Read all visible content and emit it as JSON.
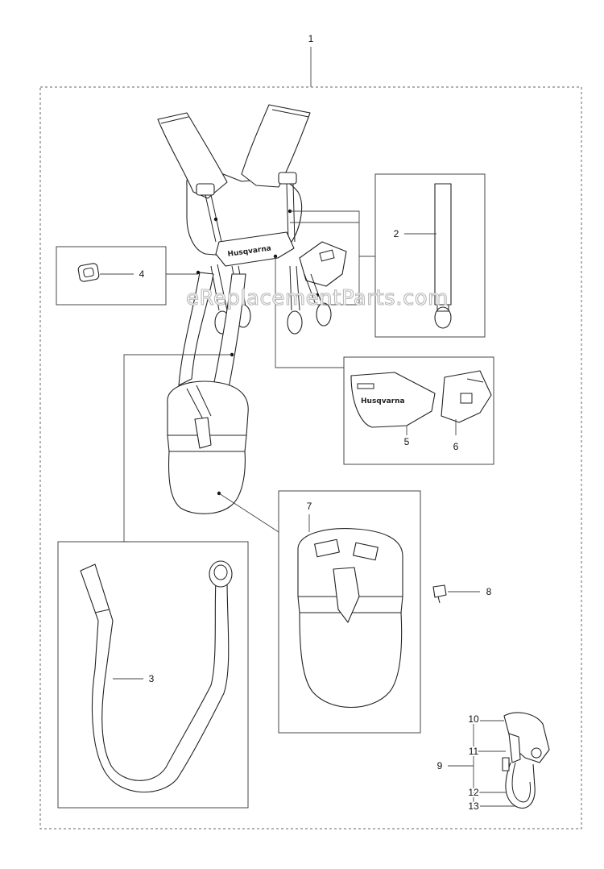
{
  "watermark": "eReplacementParts.com",
  "brand_text": "Husqvarna",
  "callouts": {
    "c1": "1",
    "c2": "2",
    "c3": "3",
    "c4": "4",
    "c5": "5",
    "c6": "6",
    "c7": "7",
    "c8": "8",
    "c9": "9",
    "c10": "10",
    "c11": "11",
    "c12": "12",
    "c13": "13"
  }
}
